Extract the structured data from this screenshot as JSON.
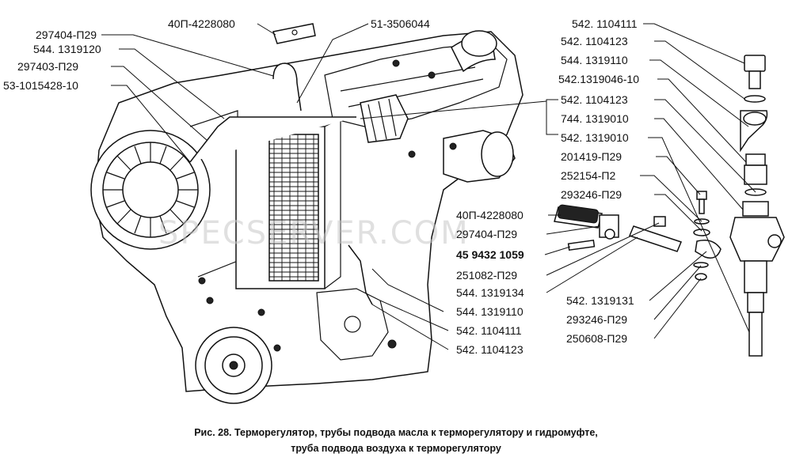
{
  "watermark": "SPECSERVER.COM",
  "labels_left": [
    "297404-П29",
    "544. 1319120",
    "297403-П29",
    "53-1015428-10"
  ],
  "labels_top": [
    "40П-4228080",
    "51-3506044"
  ],
  "labels_right_column": [
    "542. 1104111",
    "542. 1104123",
    "544. 1319110",
    "542.1319046-10",
    "542. 1104123",
    "744. 1319010",
    "542. 1319010",
    "201419-П29",
    "252154-П2",
    "293246-П29"
  ],
  "labels_middle": [
    "40П-4228080",
    "297404-П29",
    "45 9432 1059",
    "251082-П29",
    "544. 1319134",
    "544. 1319110",
    "542. 1104111",
    "542. 1104123"
  ],
  "labels_lower_right": [
    "542. 1319131",
    "293246-П29",
    "250608-П29"
  ],
  "caption": {
    "line1": "Рис. 28. Терморегулятор, трубы подвода масла к терморегулятору и гидромуфте,",
    "line2": "труба подвода воздуха к терморегулятору"
  }
}
